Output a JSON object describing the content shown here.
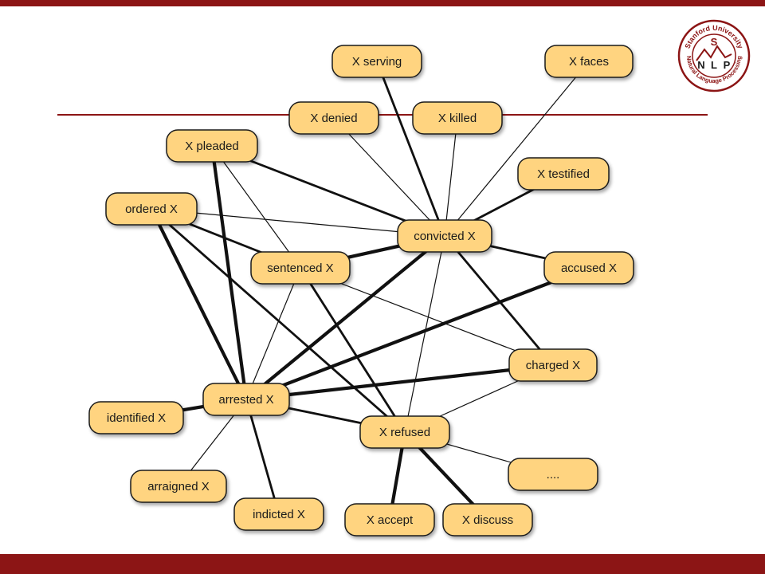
{
  "colors": {
    "brand": "#8c1515",
    "node_fill": "#ffd480",
    "node_stroke": "#1a1a1a",
    "edge": "#111111"
  },
  "logo": {
    "arc_top": "Stanford University",
    "arc_bottom": "Natural Language Processing",
    "letter_s": "S",
    "letter_n": "N",
    "letter_l": "L",
    "letter_p": "P"
  },
  "nodes": [
    {
      "id": "serving",
      "label": "X serving"
    },
    {
      "id": "faces",
      "label": "X faces"
    },
    {
      "id": "denied",
      "label": "X denied"
    },
    {
      "id": "killed",
      "label": "X killed"
    },
    {
      "id": "pleaded",
      "label": "X pleaded"
    },
    {
      "id": "testified",
      "label": "X testified"
    },
    {
      "id": "ordered",
      "label": "ordered X"
    },
    {
      "id": "convicted",
      "label": "convicted X"
    },
    {
      "id": "sentenced",
      "label": "sentenced X"
    },
    {
      "id": "accused",
      "label": "accused X"
    },
    {
      "id": "charged",
      "label": "charged X"
    },
    {
      "id": "arrested",
      "label": "arrested X"
    },
    {
      "id": "identified",
      "label": "identified X"
    },
    {
      "id": "refused",
      "label": "X refused"
    },
    {
      "id": "more",
      "label": "...."
    },
    {
      "id": "arraigned",
      "label": "arraigned X"
    },
    {
      "id": "indicted",
      "label": "indicted X"
    },
    {
      "id": "accept",
      "label": "X accept"
    },
    {
      "id": "discuss",
      "label": "X discuss"
    }
  ],
  "edges": [
    {
      "from": "serving",
      "to": "convicted",
      "strength": "thick"
    },
    {
      "from": "faces",
      "to": "convicted",
      "strength": "thin"
    },
    {
      "from": "denied",
      "to": "convicted",
      "strength": "thin"
    },
    {
      "from": "killed",
      "to": "convicted",
      "strength": "thin"
    },
    {
      "from": "pleaded",
      "to": "convicted",
      "strength": "thick"
    },
    {
      "from": "testified",
      "to": "convicted",
      "strength": "thick"
    },
    {
      "from": "ordered",
      "to": "convicted",
      "strength": "thin"
    },
    {
      "from": "sentenced",
      "to": "convicted",
      "strength": "heavy"
    },
    {
      "from": "accused",
      "to": "convicted",
      "strength": "thick"
    },
    {
      "from": "charged",
      "to": "convicted",
      "strength": "thick"
    },
    {
      "from": "arrested",
      "to": "convicted",
      "strength": "heavy"
    },
    {
      "from": "refused",
      "to": "convicted",
      "strength": "thin"
    },
    {
      "from": "pleaded",
      "to": "sentenced",
      "strength": "thin"
    },
    {
      "from": "pleaded",
      "to": "arrested",
      "strength": "heavy"
    },
    {
      "from": "ordered",
      "to": "sentenced",
      "strength": "thick"
    },
    {
      "from": "ordered",
      "to": "arrested",
      "strength": "heavy"
    },
    {
      "from": "ordered",
      "to": "refused",
      "strength": "thick"
    },
    {
      "from": "sentenced",
      "to": "arrested",
      "strength": "thin"
    },
    {
      "from": "sentenced",
      "to": "refused",
      "strength": "thick"
    },
    {
      "from": "sentenced",
      "to": "charged",
      "strength": "thin"
    },
    {
      "from": "arrested",
      "to": "accused",
      "strength": "heavy"
    },
    {
      "from": "arrested",
      "to": "charged",
      "strength": "heavy"
    },
    {
      "from": "arrested",
      "to": "refused",
      "strength": "thick"
    },
    {
      "from": "arrested",
      "to": "identified",
      "strength": "heavy"
    },
    {
      "from": "arrested",
      "to": "arraigned",
      "strength": "thin"
    },
    {
      "from": "arrested",
      "to": "indicted",
      "strength": "thick"
    },
    {
      "from": "refused",
      "to": "charged",
      "strength": "thin"
    },
    {
      "from": "refused",
      "to": "more",
      "strength": "thin"
    },
    {
      "from": "refused",
      "to": "accept",
      "strength": "heavy"
    },
    {
      "from": "refused",
      "to": "discuss",
      "strength": "heavy"
    }
  ]
}
